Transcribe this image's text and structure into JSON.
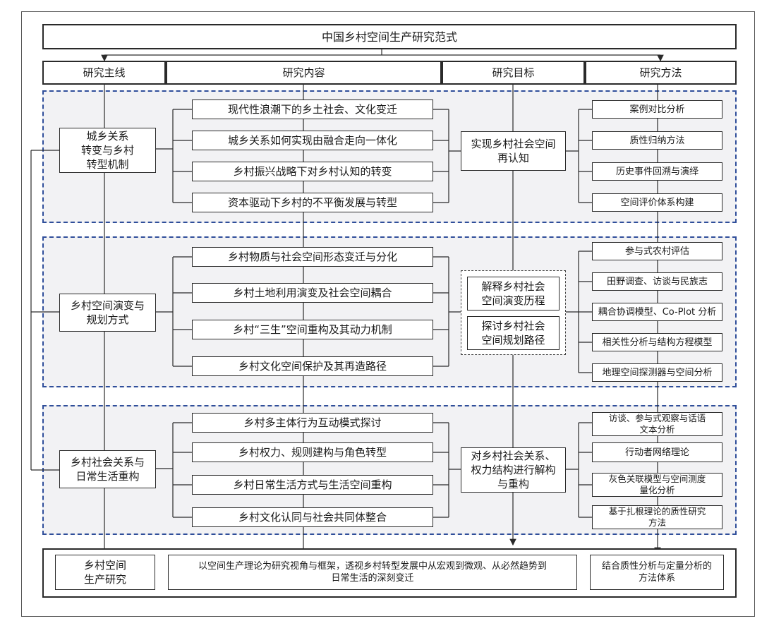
{
  "title": "中国乡村空间生产研究范式",
  "headers": {
    "main_line": "研究主线",
    "content": "研究内容",
    "goal": "研究目标",
    "method": "研究方法"
  },
  "sections": [
    {
      "main_line": [
        "城乡关系",
        "转变与乡村",
        "转型机制"
      ],
      "contents": [
        "现代性浪潮下的乡土社会、文化变迁",
        "城乡关系如何实现由融合走向一体化",
        "乡村振兴战略下对乡村认知的转变",
        "资本驱动下乡村的不平衡发展与转型"
      ],
      "goals": [
        [
          "实现乡村社会空间",
          "再认知"
        ]
      ],
      "methods": [
        [
          "案例对比分析"
        ],
        [
          "质性归纳方法"
        ],
        [
          "历史事件回溯与演绎"
        ],
        [
          "空间评价体系构建"
        ]
      ]
    },
    {
      "main_line": [
        "乡村空间演变与",
        "规划方式"
      ],
      "contents": [
        "乡村物质与社会空间形态变迁与分化",
        "乡村土地利用演变及社会空间耦合",
        "乡村“三生”空间重构及其动力机制",
        "乡村文化空间保护及其再造路径"
      ],
      "goals": [
        [
          "解释乡村社会",
          "空间演变历程"
        ],
        [
          "探讨乡村社会",
          "空间规划路径"
        ]
      ],
      "methods": [
        [
          "参与式农村评估"
        ],
        [
          "田野调查、访谈与民族志"
        ],
        [
          "耦合协调模型、Co-Plot 分析"
        ],
        [
          "相关性分析与结构方程模型"
        ],
        [
          "地理空间探测器与空间分析"
        ]
      ]
    },
    {
      "main_line": [
        "乡村社会关系与",
        "日常生活重构"
      ],
      "contents": [
        "乡村多主体行为互动模式探讨",
        "乡村权力、规则建构与角色转型",
        "乡村日常生活方式与生活空间重构",
        "乡村文化认同与社会共同体整合"
      ],
      "goals": [
        [
          "对乡村社会关系、",
          "权力结构进行解构",
          "与重构"
        ]
      ],
      "methods": [
        [
          "访谈、参与式观察与话语",
          "文本分析"
        ],
        [
          "行动者网络理论"
        ],
        [
          "灰色关联模型与空间测度",
          "量化分析"
        ],
        [
          "基于扎根理论的质性研究",
          "方法"
        ]
      ]
    }
  ],
  "summary": {
    "left": [
      "乡村空间",
      "生产研究"
    ],
    "center": [
      "以空间生产理论为研究视角与框架，透视乡村转型发展中从宏观到微观、从必然趋势到",
      "日常生活的深刻变迁"
    ],
    "right": [
      "结合质性分析与定量分析的",
      "方法体系"
    ]
  },
  "colors": {
    "section_border": "#2f4e9a",
    "section_fill": "#f2f2f4",
    "line": "#2a2a2a"
  }
}
